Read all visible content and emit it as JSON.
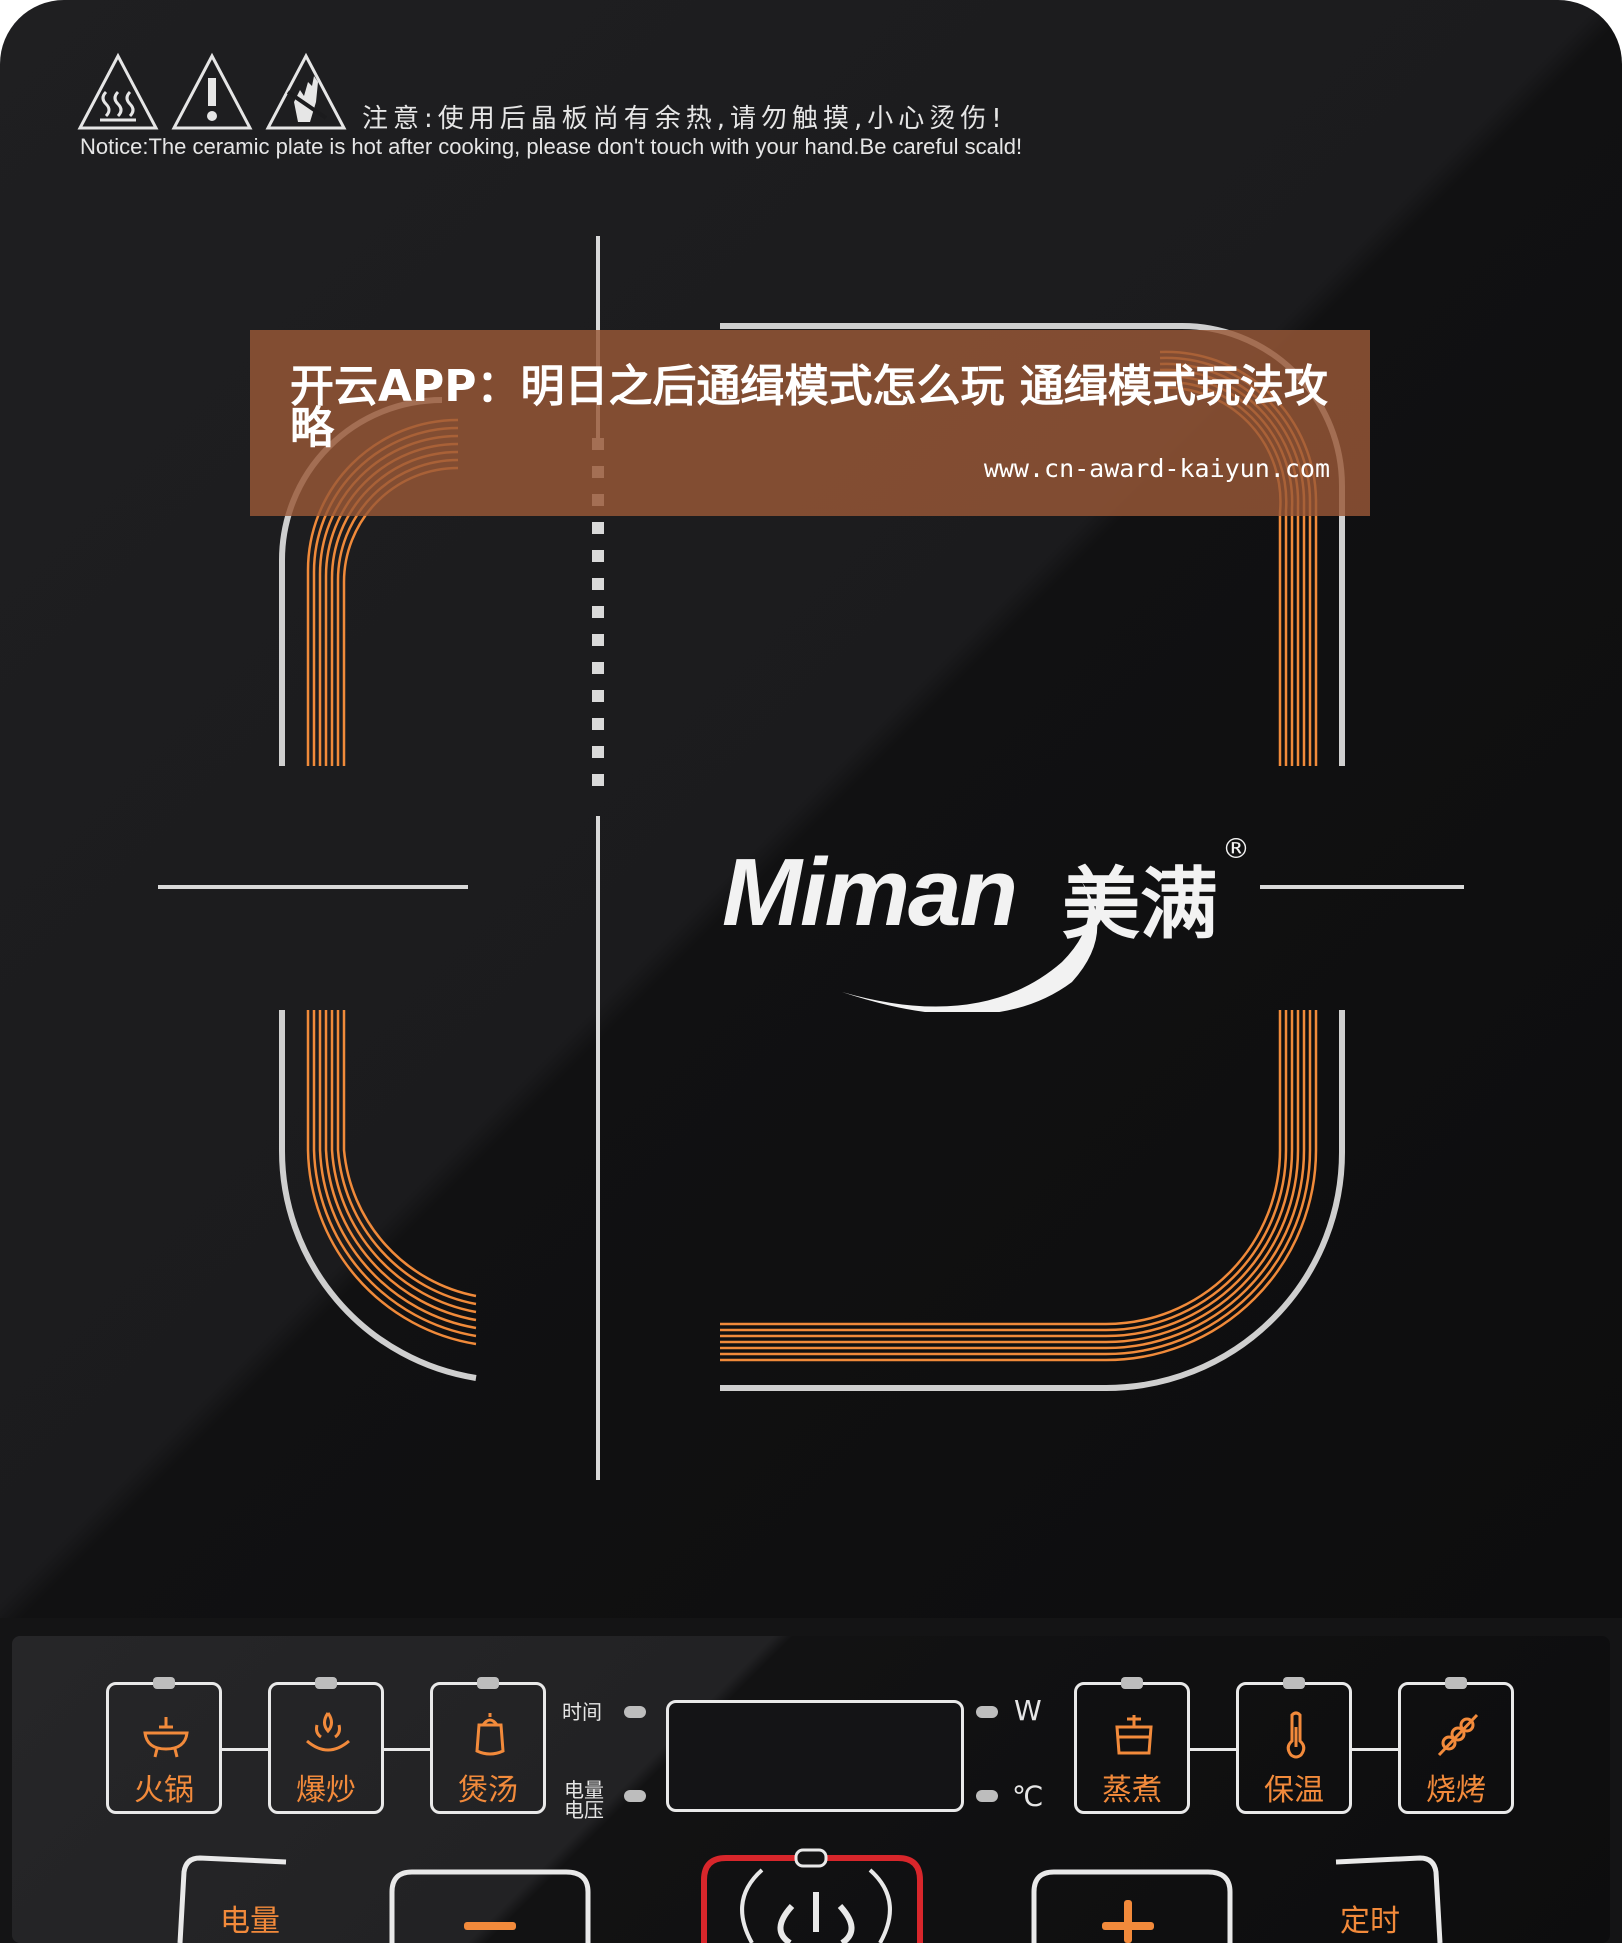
{
  "warning": {
    "cn": "注意:使用后晶板尚有余热,请勿触摸,小心烫伤!",
    "en": "Notice:The ceramic plate is hot after cooking, please don't touch with your hand.Be careful scald!",
    "icons": [
      "hot-surface-icon",
      "exclamation-icon",
      "no-touch-hand-icon"
    ]
  },
  "banner": {
    "title": "开云APP：明日之后通缉模式怎么玩 通缉模式玩法攻略",
    "url": "www.cn-award-kaiyun.com"
  },
  "logo": {
    "brand_en": "Miman",
    "brand_cn": "美满",
    "registered": "®"
  },
  "panel": {
    "left_keys": [
      {
        "label": "火锅",
        "icon": "hotpot-icon"
      },
      {
        "label": "爆炒",
        "icon": "stir-fry-icon"
      },
      {
        "label": "煲汤",
        "icon": "soup-pot-icon"
      }
    ],
    "right_keys": [
      {
        "label": "蒸煮",
        "icon": "steam-pot-icon"
      },
      {
        "label": "保温",
        "icon": "thermometer-icon"
      },
      {
        "label": "烧烤",
        "icon": "skewer-icon"
      }
    ],
    "display": {
      "label_time": "时间",
      "label_power": "电量电压",
      "unit_w": "W",
      "unit_c": "℃"
    },
    "bottom": {
      "left_label": "电量",
      "right_label": "定时",
      "minus_icon": "minus-icon",
      "power_icon": "power-icon",
      "plus_icon": "plus-icon"
    }
  },
  "colors": {
    "accent_orange": "#f28a3b",
    "glass": "#161617",
    "line_gray": "#d9d9d9",
    "power_red": "#d8262b",
    "banner_brown": "#985837"
  }
}
